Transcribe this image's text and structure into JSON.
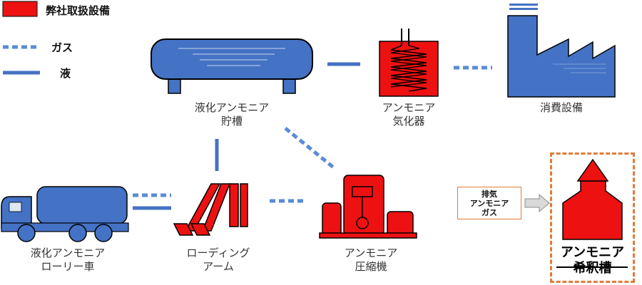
{
  "legend": {
    "equipment_label": "弊社取扱設備",
    "gas_label": "ガス",
    "liquid_label": "液"
  },
  "components": {
    "storage_tank": "液化アンモニア\n貯槽",
    "vaporizer": "アンモニア\n気化器",
    "consumer": "消費設備",
    "truck": "液化アンモニア\nローリー車",
    "loading_arm": "ローディング\nアーム",
    "compressor": "アンモニア\n圧縮機",
    "exhaust_note": "排気\nアンモニア\nガス",
    "dilution_tank": "アンモニア\n希釈槽"
  },
  "colors": {
    "equipment_red": "#ee1111",
    "pipe_blue": "#4472c4",
    "tank_blue": "#4472c4",
    "highlight_orange": "#e07b39"
  }
}
